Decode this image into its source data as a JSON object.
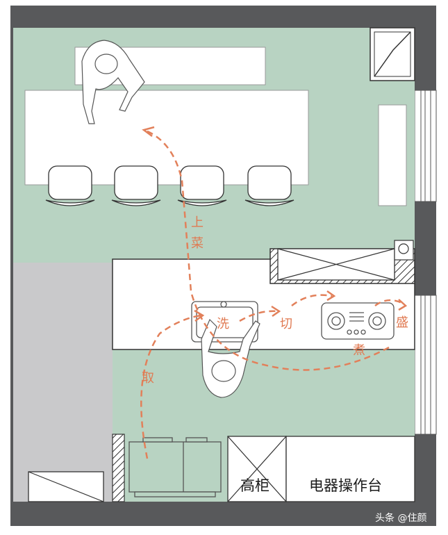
{
  "colors": {
    "wall": "#58595b",
    "floor_green": "#b8d3c2",
    "floor_gray": "#c9c9cb",
    "counter": "#ffffff",
    "route": "#e2805a",
    "outline": "#3a3a3a"
  },
  "route_labels": {
    "serve_dish": "上菜",
    "wash": "洗",
    "cut": "切",
    "cook": "煮",
    "plate": "盛",
    "take": "取"
  },
  "room_labels": {
    "tall_cabinet": "高柜",
    "appliance_counter": "电器操作台"
  },
  "watermark": "头条 @住颜"
}
